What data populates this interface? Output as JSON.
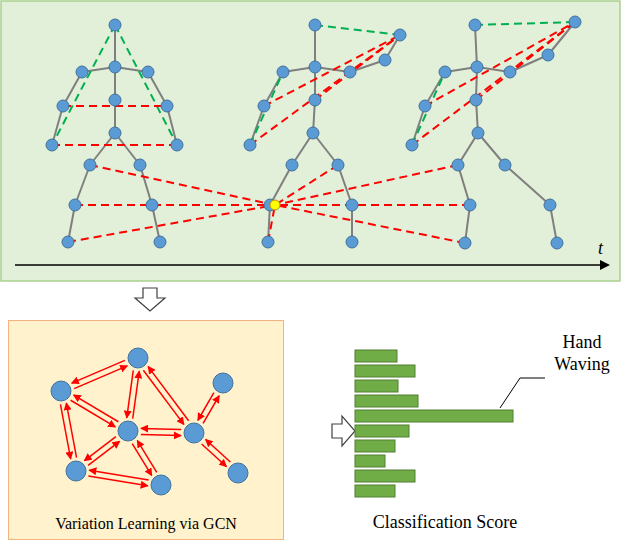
{
  "diagram": {
    "nodes": [
      {
        "text": [
          "Variation Learning via GCN"
        ]
      }
    ],
    "labels": [
      "t",
      "Hand Waving",
      "Classification Score"
    ]
  }
}
